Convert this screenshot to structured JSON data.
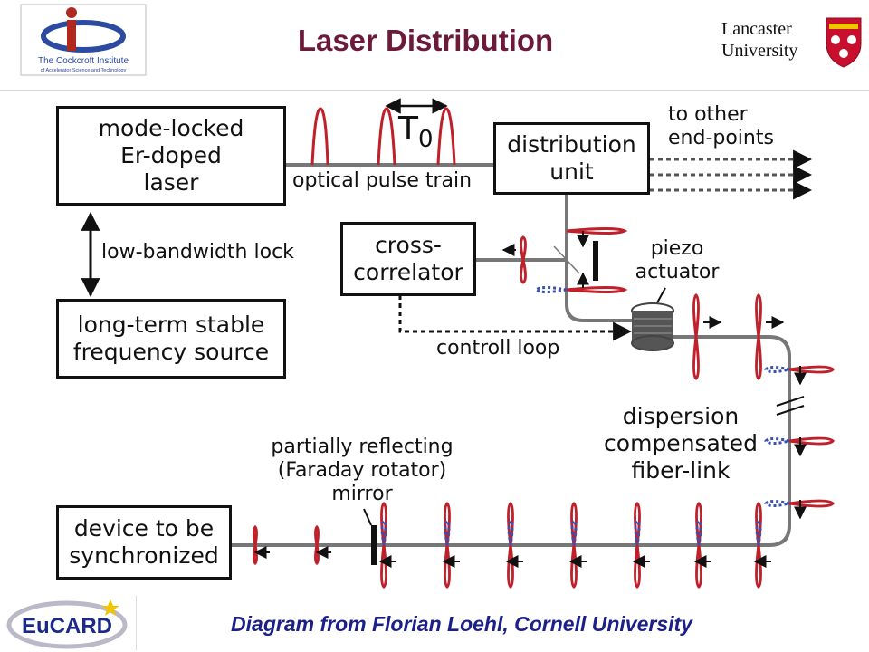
{
  "slide": {
    "title": "Laser Distribution",
    "caption": "Diagram from Florian Loehl, Cornell University"
  },
  "logos": {
    "cockcroft_line1": "The Cockcroft Institute",
    "cockcroft_line2": "of Accelerator Science and Technology",
    "lancaster_line1": "Lancaster",
    "lancaster_line2": "University",
    "eucard": "EuCARD"
  },
  "boxes": {
    "laser": "mode-locked\nEr-doped\nlaser",
    "distribution": "distribution\nunit",
    "cross_correlator": "cross-\ncorrelator",
    "freq_source": "long-term stable\nfrequency source",
    "device": "device to be\nsynchronized"
  },
  "labels": {
    "t0_main": "T",
    "t0_sub": "0",
    "pulse_train": "optical pulse train",
    "other_endpoints": "to other\nend-points",
    "low_bandwidth_lock": "low-bandwidth lock",
    "piezo": "piezo\nactuator",
    "control_loop": "controll loop",
    "fiber_link": "dispersion\ncompensated\nfiber-link",
    "mirror": "partially reflecting\n(Faraday rotator)\nmirror"
  },
  "colors": {
    "title": "#6b1a3a",
    "caption": "#1a1f8a",
    "pulse": "#c0202a",
    "reflected_pulse": "#3a4fb0",
    "fiber": "#777777"
  }
}
